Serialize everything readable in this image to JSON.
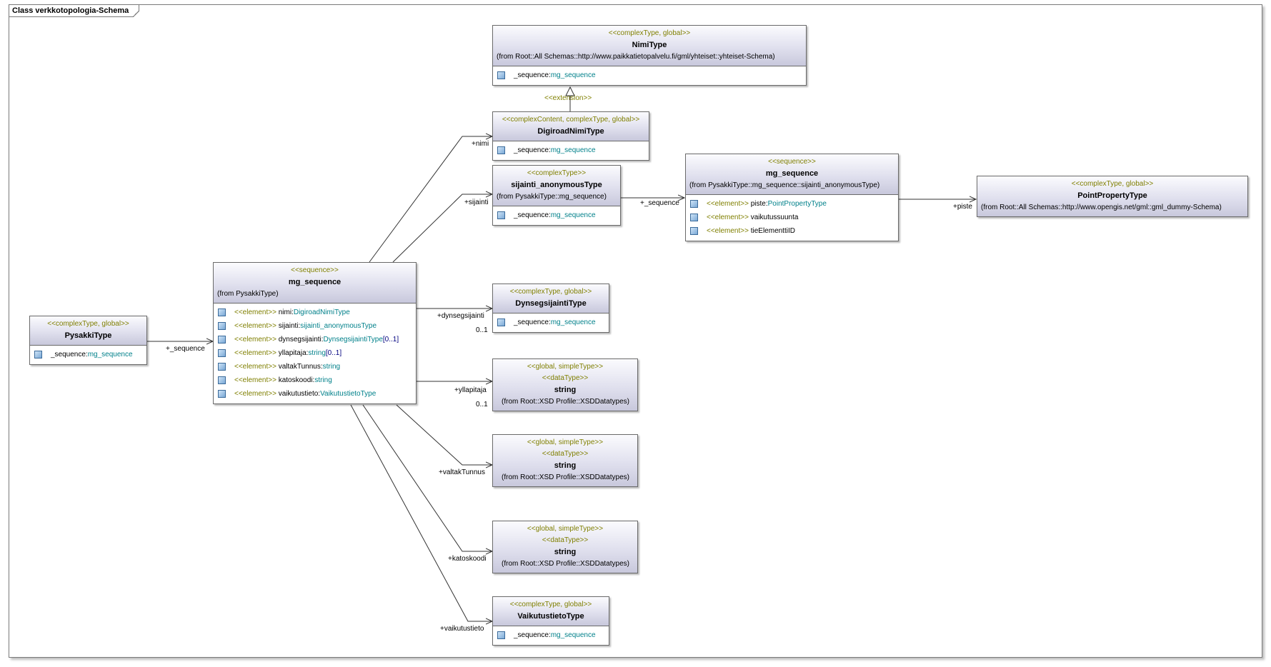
{
  "diagram_title": "Class verkkotopologia-Schema",
  "classes": {
    "nimitype": {
      "stereotype": "<<complexType, global>>",
      "name": "NimiType",
      "from": "(from Root::All Schemas::http://www.paikkatietopalvelu.fi/gml/yhteiset::yhteiset-Schema)",
      "attrs": [
        {
          "name": "_sequence:",
          "type": "mg_sequence"
        }
      ]
    },
    "digiroad": {
      "stereotype": "<<complexContent, complexType, global>>",
      "name": "DigiroadNimiType",
      "attrs": [
        {
          "name": "_sequence:",
          "type": "mg_sequence"
        }
      ]
    },
    "sijainti": {
      "stereotype": "<<complexType>>",
      "name": "sijainti_anonymousType",
      "from": "(from PysakkiType::mg_sequence)",
      "attrs": [
        {
          "name": "_sequence:",
          "type": "mg_sequence"
        }
      ]
    },
    "mgseq2": {
      "stereotype": "<<sequence>>",
      "name": "mg_sequence",
      "from": "(from PysakkiType::mg_sequence::sijainti_anonymousType)",
      "attrs": [
        {
          "stereo": "<<element>>",
          "name": "piste:",
          "type": "PointPropertyType"
        },
        {
          "stereo": "<<element>>",
          "name": "vaikutussuunta"
        },
        {
          "stereo": "<<element>>",
          "name": "tieElementtiID"
        }
      ]
    },
    "point": {
      "stereotype": "<<complexType, global>>",
      "name": "PointPropertyType",
      "from": "(from Root::All Schemas::http://www.opengis.net/gml::gml_dummy-Schema)"
    },
    "pysakki": {
      "stereotype": "<<complexType, global>>",
      "name": "PysakkiType",
      "attrs": [
        {
          "name": "_sequence:",
          "type": "mg_sequence"
        }
      ]
    },
    "mgseq1": {
      "stereotype": "<<sequence>>",
      "name": "mg_sequence",
      "from": "(from PysakkiType)",
      "attrs": [
        {
          "stereo": "<<element>>",
          "name": "nimi:",
          "type": "DigiroadNimiType"
        },
        {
          "stereo": "<<element>>",
          "name": "sijainti:",
          "type": "sijainti_anonymousType"
        },
        {
          "stereo": "<<element>>",
          "name": "dynsegsijainti:",
          "type": "DynsegsijaintiType",
          "mult": "[0..1]"
        },
        {
          "stereo": "<<element>>",
          "name": "yllapitaja:",
          "type": "string",
          "mult": "[0..1]"
        },
        {
          "stereo": "<<element>>",
          "name": "valtakTunnus:",
          "type": "string"
        },
        {
          "stereo": "<<element>>",
          "name": "katoskoodi:",
          "type": "string"
        },
        {
          "stereo": "<<element>>",
          "name": "vaikutustieto:",
          "type": "VaikutustietoType"
        }
      ]
    },
    "dynseg": {
      "stereotype": "<<complexType, global>>",
      "name": "DynsegsijaintiType",
      "attrs": [
        {
          "name": "_sequence:",
          "type": "mg_sequence"
        }
      ]
    },
    "string1": {
      "stereotype": "<<global, simpleType>>",
      "stereotype2": "<<dataType>>",
      "name": "string",
      "from": "(from Root::XSD Profile::XSDDatatypes)"
    },
    "string2": {
      "stereotype": "<<global, simpleType>>",
      "stereotype2": "<<dataType>>",
      "name": "string",
      "from": "(from Root::XSD Profile::XSDDatatypes)"
    },
    "string3": {
      "stereotype": "<<global, simpleType>>",
      "stereotype2": "<<dataType>>",
      "name": "string",
      "from": "(from Root::XSD Profile::XSDDatatypes)"
    },
    "vaikutus": {
      "stereotype": "<<complexType, global>>",
      "name": "VaikutustietoType",
      "attrs": [
        {
          "name": "_sequence:",
          "type": "mg_sequence"
        }
      ]
    }
  },
  "edge_labels": {
    "extension": "<<extension>>",
    "pysakki_seq": "+_sequence",
    "nimi": "+nimi",
    "sijainti": "+sijainti",
    "sij_seq": "+_sequence",
    "piste": "+piste",
    "dynseg": "+dynsegsijainti",
    "dynseg_mult": "0..1",
    "yllapitaja": "+yllapitaja",
    "yllapitaja_mult": "0..1",
    "valtak": "+valtakTunnus",
    "katos": "+katoskoodi",
    "vaikutus": "+vaikutustieto"
  }
}
